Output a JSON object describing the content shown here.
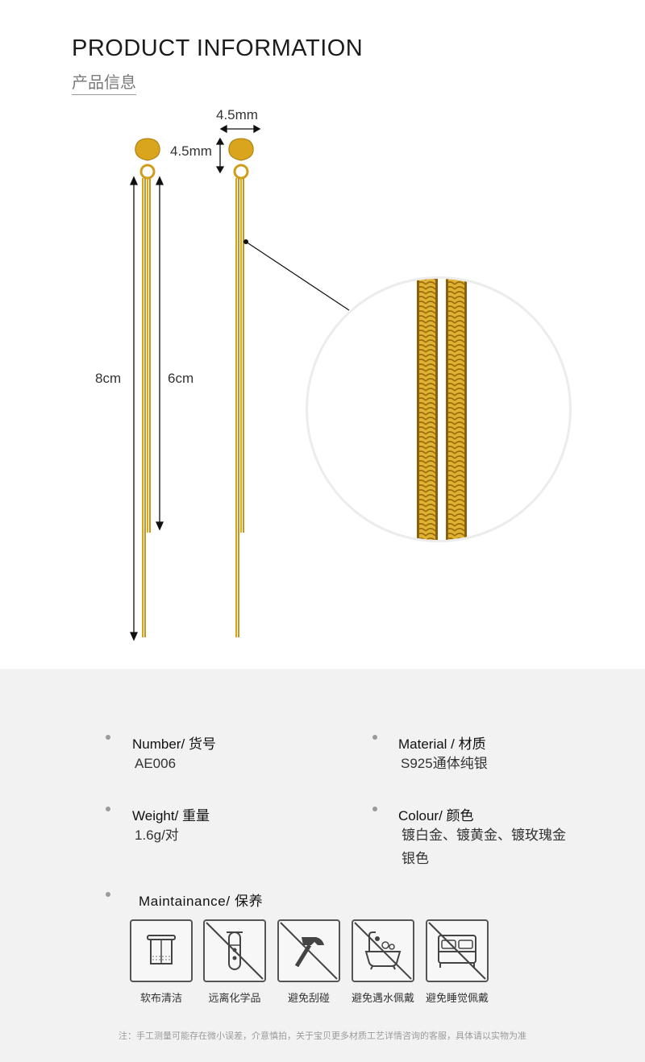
{
  "header": {
    "title": "PRODUCT INFORMATION",
    "subtitle": "产品信息"
  },
  "dimensions": {
    "width_top": "4.5mm",
    "height_top": "4.5mm",
    "total_length": "8cm",
    "short_length": "6cm"
  },
  "colors": {
    "gold": "#d9a81e",
    "gold_dark": "#a77a10",
    "panel_bg": "#f2f2f2"
  },
  "specs": {
    "number_label": "Number/ 货号",
    "number_value": "AE006",
    "material_label": "Material / 材质",
    "material_value": "S925通体纯银",
    "weight_label": "Weight/ 重量",
    "weight_value": "1.6g/对",
    "colour_label": "Colour/ 颜色",
    "colour_value_line1": "镀白金、镀黄金、镀玫瑰金",
    "colour_value_line2": "银色"
  },
  "maintenance": {
    "label": "Maintainance/ 保养",
    "items": [
      {
        "icon": "towel-icon",
        "label": "软布清洁"
      },
      {
        "icon": "test-tube-icon",
        "label": "远离化学品"
      },
      {
        "icon": "hammer-icon",
        "label": "避免刮碰"
      },
      {
        "icon": "bathtub-icon",
        "label": "避免遇水佩戴"
      },
      {
        "icon": "bed-icon",
        "label": "避免睡觉佩戴"
      }
    ]
  },
  "footer_note": "注：手工测量可能存在微小误差，介意慎拍，关于宝贝更多材质工艺详情咨询的客服，具体请以实物为准"
}
